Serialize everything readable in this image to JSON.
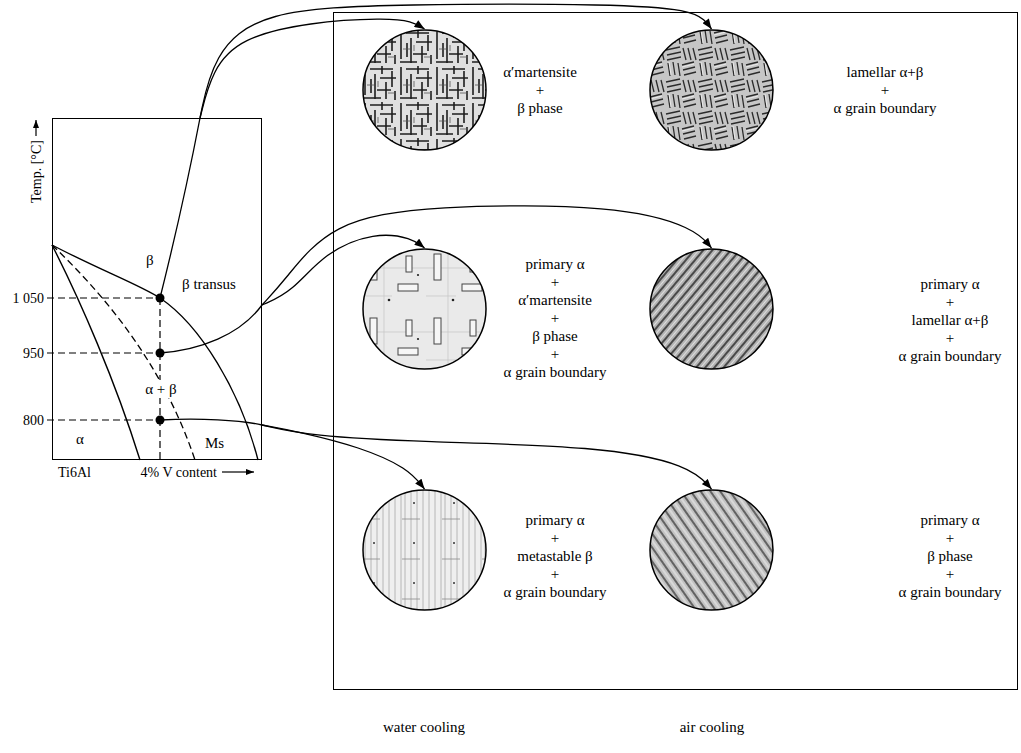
{
  "diagram": {
    "nodes": [
      {
        "text": [
          "β",
          "β transus",
          "α + β",
          "α",
          "Ms"
        ]
      },
      {
        "text": [
          "water cooling",
          "air cooling"
        ]
      },
      {
        "text": [
          "α′martensite + β phase"
        ],
        "in": 1
      },
      {
        "text": [
          "lamellar α+β + α grain boundary"
        ],
        "in": 1
      },
      {
        "text": [
          "primary α + α′martensite + β phase + α grain boundary"
        ],
        "in": 1
      },
      {
        "text": [
          "primary α + lamellar α+β + α grain boundary"
        ],
        "in": 1
      },
      {
        "text": [
          "primary α + metastable β + α grain boundary"
        ],
        "in": 1
      },
      {
        "text": [
          "primary α + β phase + α grain boundary"
        ],
        "in": 1
      }
    ],
    "edges": [
      {
        "from": 0,
        "to": 2,
        "arrow": "to"
      },
      {
        "from": 0,
        "to": 3,
        "arrow": "to"
      },
      {
        "from": 0,
        "to": 4,
        "arrow": "to"
      },
      {
        "from": 0,
        "to": 5,
        "arrow": "to"
      },
      {
        "from": 0,
        "to": 6,
        "arrow": "to"
      },
      {
        "from": 0,
        "to": 7,
        "arrow": "to"
      }
    ],
    "labels": [
      "Temp. [°C]",
      "1 050",
      "950",
      "800",
      "Ti6Al",
      "4% V content"
    ]
  }
}
